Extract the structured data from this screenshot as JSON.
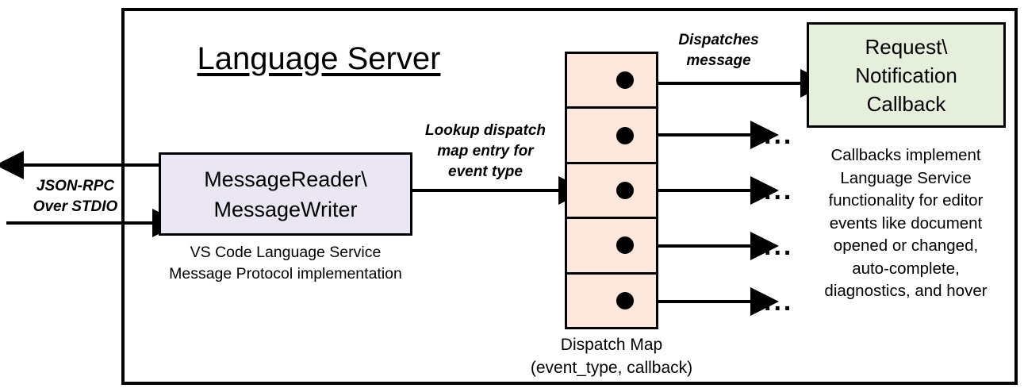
{
  "diagram": {
    "title": "Language Server",
    "colors": {
      "message_box_fill": "#EAE7F2",
      "dispatch_map_fill": "#FBE7DC",
      "callback_fill": "#E6EEDC",
      "stroke": "#000000"
    },
    "left_channel": {
      "label_line1": "JSON-RPC",
      "label_line2": "Over STDIO",
      "outbound_arrow": "arrow-left-outbound",
      "inbound_arrow": "arrow-right-inbound"
    },
    "message_box": {
      "line1": "MessageReader\\",
      "line2": "MessageWriter",
      "caption_line1": "VS Code Language Service",
      "caption_line2": "Message Protocol implementation"
    },
    "lookup_label": {
      "line1": "Lookup dispatch",
      "line2": "map entry for",
      "line3": "event type"
    },
    "dispatch_map": {
      "caption_line1": "Dispatch Map",
      "caption_line2": "(event_type, callback)",
      "rows": [
        {
          "id": "row-1",
          "dot": "callback-dot",
          "trailing": ""
        },
        {
          "id": "row-2",
          "dot": "callback-dot",
          "trailing": "..."
        },
        {
          "id": "row-3",
          "dot": "callback-dot",
          "trailing": "..."
        },
        {
          "id": "row-4",
          "dot": "callback-dot",
          "trailing": "..."
        },
        {
          "id": "row-5",
          "dot": "callback-dot",
          "trailing": "..."
        }
      ]
    },
    "dispatch_label": {
      "line1": "Dispatches",
      "line2": "message"
    },
    "callback_box": {
      "line1": "Request\\",
      "line2": "Notification",
      "line3": "Callback",
      "caption_line1": "Callbacks implement",
      "caption_line2": "Language Service",
      "caption_line3": "functionality for editor",
      "caption_line4": "events like document",
      "caption_line5": "opened or changed,",
      "caption_line6": "auto-complete,",
      "caption_line7": "diagnostics, and hover"
    }
  }
}
